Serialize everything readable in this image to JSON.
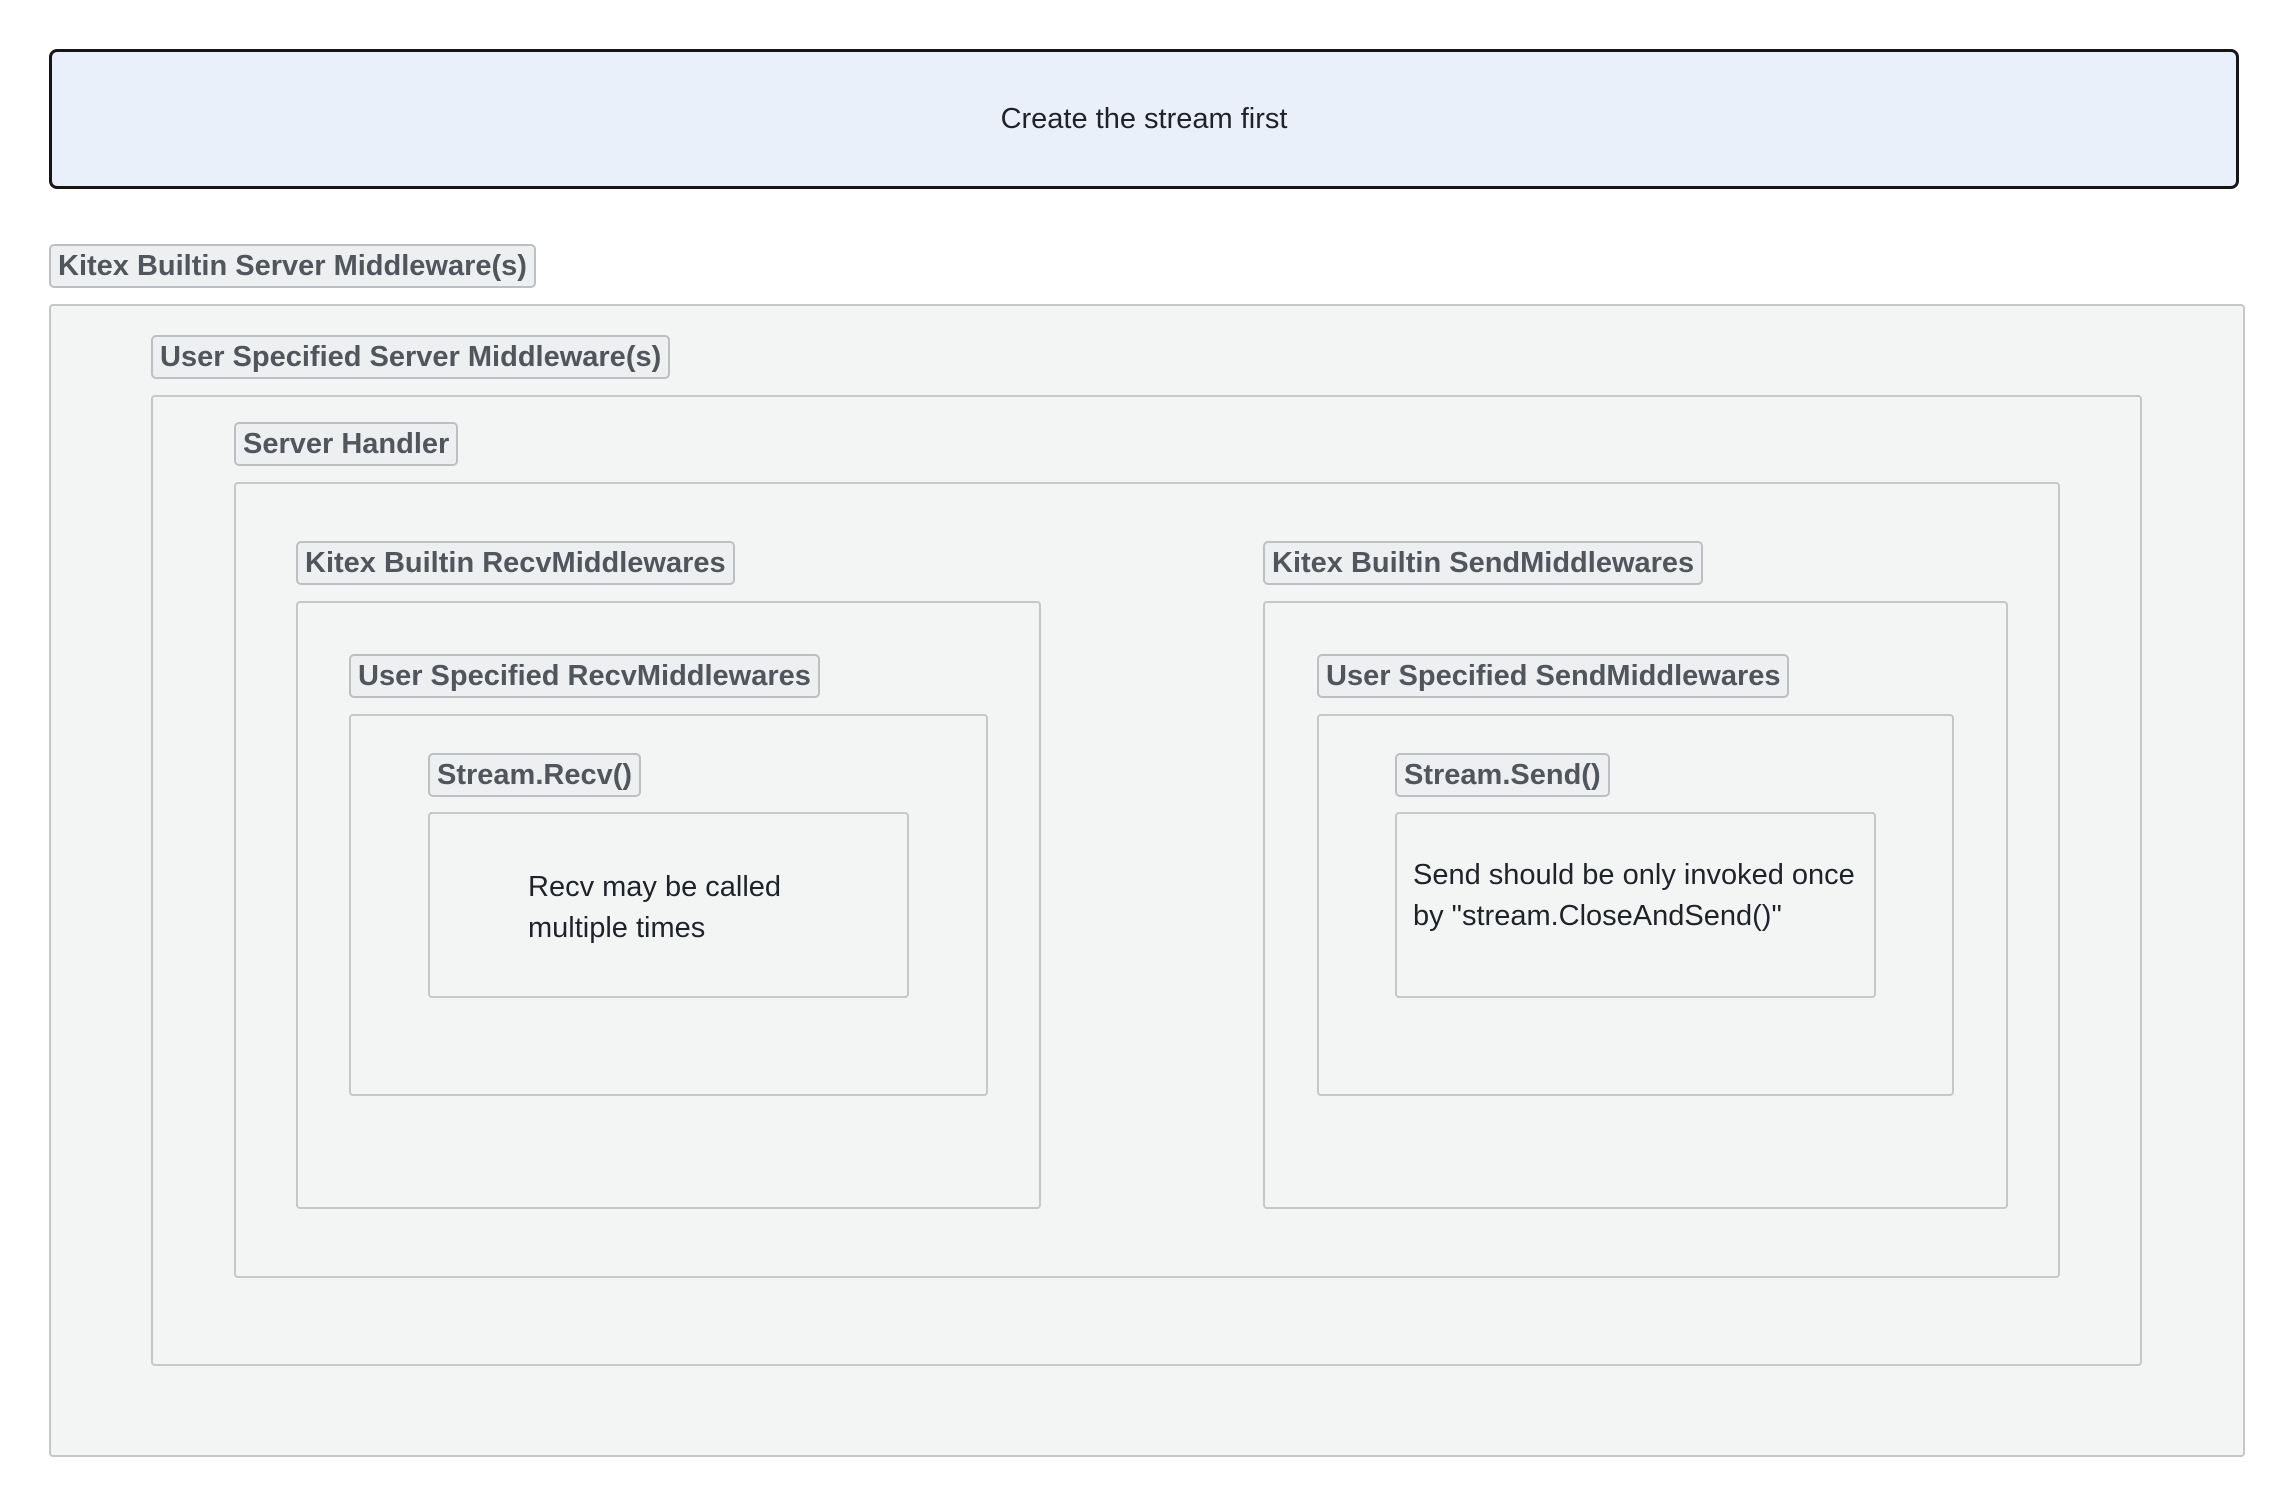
{
  "header": {
    "text": "Create the stream first"
  },
  "containers": {
    "kitex_builtin_server": {
      "label": "Kitex Builtin Server Middleware(s)"
    },
    "user_specified_server": {
      "label": "User Specified Server Middleware(s)"
    },
    "server_handler": {
      "label": "Server Handler"
    },
    "kitex_builtin_recv": {
      "label": "Kitex Builtin RecvMiddlewares"
    },
    "user_specified_recv": {
      "label": "User Specified RecvMiddlewares"
    },
    "stream_recv": {
      "label": "Stream.Recv()",
      "note": "Recv may be called\nmultiple times"
    },
    "kitex_builtin_send": {
      "label": "Kitex Builtin SendMiddlewares"
    },
    "user_specified_send": {
      "label": "User Specified SendMiddlewares"
    },
    "stream_send": {
      "label": "Stream.Send()",
      "note": "Send should be only invoked once\nby \"stream.CloseAndSend()\""
    }
  }
}
